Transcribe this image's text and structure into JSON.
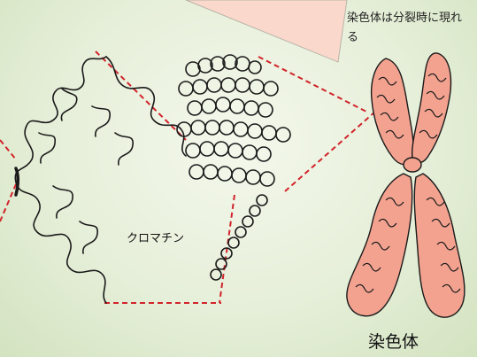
{
  "callout": {
    "text": "染色体は分裂時に現れる"
  },
  "labels": {
    "chromatin": "クロマチン",
    "chromosome": "染色体"
  },
  "colors": {
    "background": "#e6efd9",
    "callout_fill": "#fbd8cc",
    "chromosome_fill": "#f3a28f",
    "dashed_line": "#d2232a",
    "strand": "#1a1a1a"
  }
}
